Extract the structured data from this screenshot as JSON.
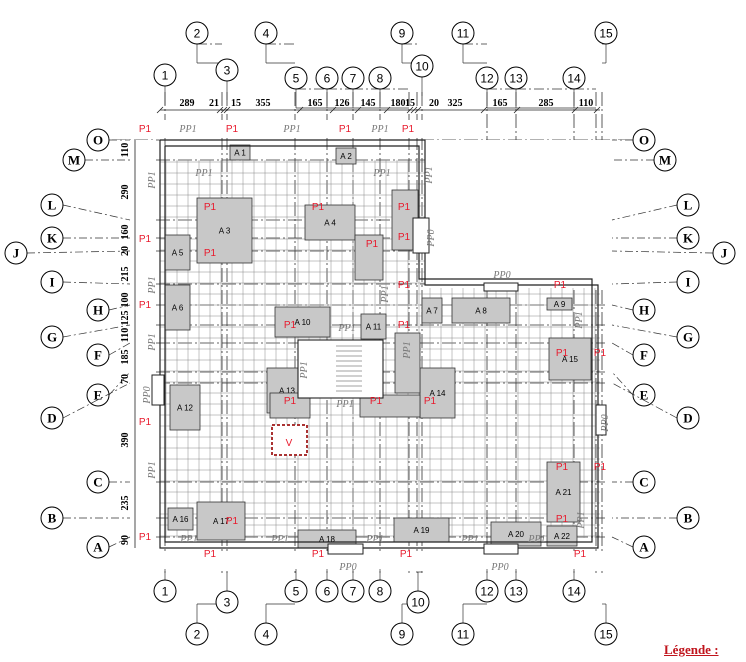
{
  "legend_title": "Légende :",
  "num_axes": {
    "top": [
      "1",
      "2",
      "3",
      "4",
      "5",
      "6",
      "7",
      "8",
      "9",
      "10",
      "11",
      "12",
      "13",
      "14",
      "15"
    ],
    "bottom": [
      "1",
      "2",
      "3",
      "4",
      "5",
      "6",
      "7",
      "8",
      "9",
      "10",
      "11",
      "12",
      "13",
      "14",
      "15"
    ]
  },
  "letter_axes": {
    "left": [
      "O",
      "M",
      "L",
      "K",
      "J",
      "I",
      "H",
      "G",
      "F",
      "E",
      "D",
      "C",
      "B",
      "A"
    ],
    "right": [
      "O",
      "M",
      "L",
      "K",
      "J",
      "I",
      "H",
      "G",
      "F",
      "E",
      "D",
      "C",
      "B",
      "A"
    ]
  },
  "top_dimensions": [
    "289",
    "21",
    "15",
    "355",
    "165",
    "126",
    "145",
    "180",
    "15",
    "20",
    "325",
    "165",
    "285",
    "110"
  ],
  "left_dimensions": [
    "110",
    "290",
    "160",
    "20",
    "215",
    "100",
    "125",
    "110",
    "185",
    "70",
    "390",
    "235",
    "90"
  ],
  "pole_label": "P1",
  "beam_labels": [
    "PP1",
    "PP0"
  ],
  "slab_zones": [
    "A 1",
    "A 2",
    "A 3",
    "A 4",
    "A 5",
    "A 6",
    "A 7",
    "A 8",
    "A 9",
    "A 10",
    "A 11",
    "A 12",
    "A 13",
    "A 14",
    "A 15",
    "A 16",
    "A 17",
    "A 18",
    "A 19",
    "A 20",
    "A 21",
    "A 22"
  ],
  "void_label": "V",
  "colors": {
    "pole": "#e8192c",
    "zone_fill": "#c8c8c8",
    "legend": "#c0141c"
  }
}
